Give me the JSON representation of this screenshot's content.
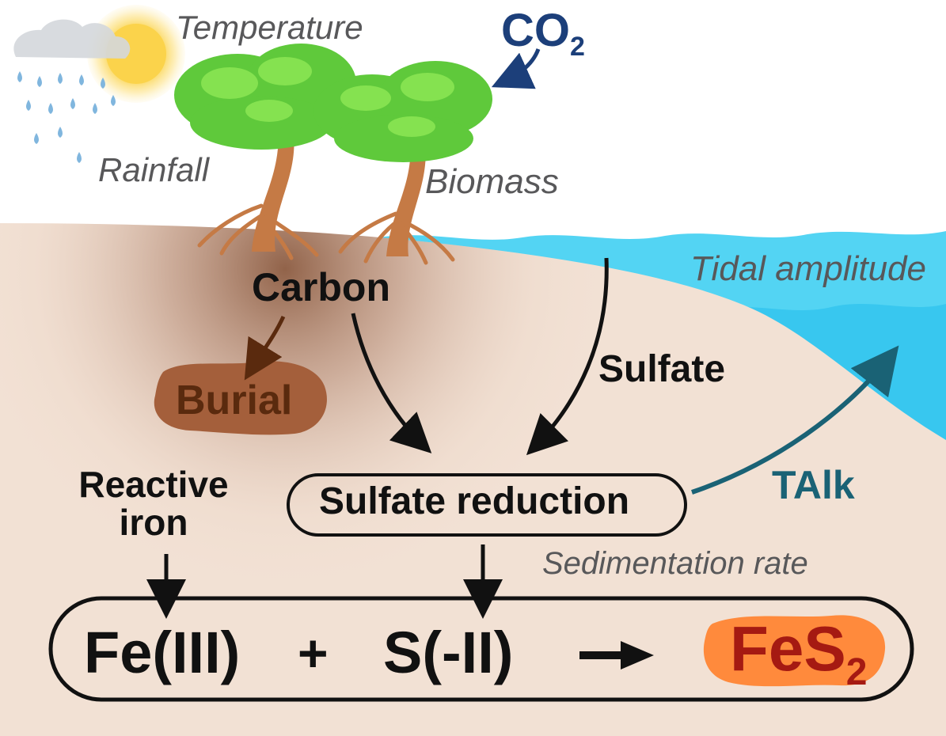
{
  "labels": {
    "temperature": "Temperature",
    "rainfall": "Rainfall",
    "co2_main": "CO",
    "co2_sub": "2",
    "biomass": "Biomass",
    "tidal_amplitude": "Tidal amplitude",
    "carbon": "Carbon",
    "sulfate": "Sulfate",
    "burial": "Burial",
    "reactive_iron": "Reactive iron",
    "sulfate_reduction": "Sulfate reduction",
    "talk": "TAlk",
    "sedimentation_rate": "Sedimentation rate",
    "fe3": "Fe(III)",
    "plus": "+",
    "s2": "S(-II)",
    "fes2_main": "FeS",
    "fes2_sub": "2"
  },
  "colors": {
    "sediment": "#f2e1d4",
    "sediment_dark": "#a3765c",
    "water": "#53d4f3",
    "water_deep": "#38c7ef",
    "leaf": "#5fc93b",
    "trunk": "#c57a45",
    "burial_blob": "#a45f3b",
    "pyrite_blob": "#ff8a3c",
    "co2_text": "#1c3f7a",
    "talk_arrow": "#1a6275",
    "sun": "#fbd34b",
    "rain": "#80b6de"
  }
}
